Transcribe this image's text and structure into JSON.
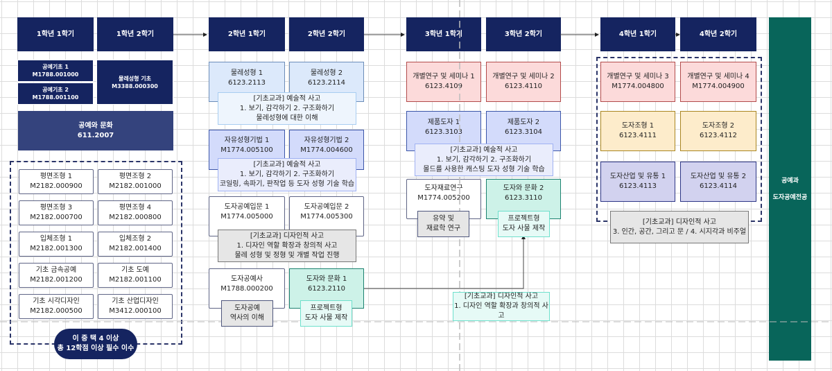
{
  "semesters": [
    "1학년 1학기",
    "1학년 2학기",
    "2학년 1학기",
    "2학년 2학기",
    "3학년 1학기",
    "3학년 2학기",
    "4학년 1학기",
    "4학년 2학기"
  ],
  "year1": {
    "basic1": {
      "name": "공예기초 1",
      "code": "M1788.001000"
    },
    "basic2": {
      "name": "공예기초 2",
      "code": "M1788.001100"
    },
    "material": {
      "name": "물레성형 기초",
      "code": "M3388.000300"
    },
    "culture": {
      "name": "공예와 문화",
      "code": "611.2007"
    },
    "electives": [
      {
        "name": "평면조형 1",
        "code": "M2182.000900"
      },
      {
        "name": "평면조형 2",
        "code": "M2182.001000"
      },
      {
        "name": "평면조형 3",
        "code": "M2182.000700"
      },
      {
        "name": "평면조형 4",
        "code": "M2182.000800"
      },
      {
        "name": "입체조형 1",
        "code": "M2182.001300"
      },
      {
        "name": "입체조형 2",
        "code": "M2182.001400"
      },
      {
        "name": "기초 금속공예",
        "code": "M2182.001200"
      },
      {
        "name": "기초 도예",
        "code": "M2182.001100"
      },
      {
        "name": "기초 시각디자인",
        "code": "M2182.000500"
      },
      {
        "name": "기초 산업디자인",
        "code": "M3412.000100"
      }
    ],
    "requirement": [
      "이 중 택 4 이상",
      "총 12학점 이상 필수 이수"
    ]
  },
  "year2": {
    "courses": [
      {
        "name": "물레성형 1",
        "code": "6123.2113"
      },
      {
        "name": "물레성형 2",
        "code": "6123.2114"
      },
      {
        "name": "자유성형기법 1",
        "code": "M1774.005100"
      },
      {
        "name": "자유성형기법 2",
        "code": "M1774.004600"
      },
      {
        "name": "도자공예입문 1",
        "code": "M1774.005000"
      },
      {
        "name": "도자공예입문 2",
        "code": "M1774.005300"
      },
      {
        "name": "도자공예사",
        "code": "M1788.000200"
      },
      {
        "name": "도자와 문화 1",
        "code": "6123.2110"
      }
    ],
    "notes": {
      "wheel": [
        "[기초교과] 예술적 사고",
        "1. 보기, 감각하기 2. 구조화하기",
        "물레성형에 대한 이해"
      ],
      "free": [
        "[기초교과] 예술적 사고",
        "1. 보기, 감각하기 2. 구조화하기",
        "코일링, 속파기, 판작업 등 도자 성형 기술 학습"
      ],
      "intro": [
        "[기초교과] 디자인적 사고",
        "1. 디자인 역할 확장과 창의적 사고",
        "물레 성형 및 정형 및 개별 작업 진행"
      ],
      "history": [
        "도자공예",
        "역사의 이해"
      ],
      "culture": [
        "프로젝트형",
        "도자 사물 제작"
      ]
    }
  },
  "year3": {
    "courses": [
      {
        "name": "개별연구 및 세미나 1",
        "code": "6123.4109"
      },
      {
        "name": "개별연구 및 세미나 2",
        "code": "6123.4110"
      },
      {
        "name": "제품도자 1",
        "code": "6123.3103"
      },
      {
        "name": "제품도자 2",
        "code": "6123.3104"
      },
      {
        "name": "도자재료연구",
        "code": "M1774.005200"
      },
      {
        "name": "도자와 문화 2",
        "code": "6123.3110"
      }
    ],
    "notes": {
      "product": [
        "[기초교과] 예술적 사고",
        "1. 보기, 감각하기 2. 구조화하기",
        "몰드를 사용한 캐스팅 도자 성형 기술 학습"
      ],
      "material": [
        "유약 및",
        "재료학 연구"
      ],
      "culture": [
        "프로젝트형",
        "도자 사물 제작"
      ],
      "design": [
        "[기초교과] 디자인적 사고",
        "1. 디자인 역할 확장과 창의적 사고"
      ]
    }
  },
  "year4": {
    "courses": [
      {
        "name": "개별연구 및 세미나 3",
        "code": "M1774.004800"
      },
      {
        "name": "개별연구 및 세미나 4",
        "code": "M1774.004900"
      },
      {
        "name": "도자조형 1",
        "code": "6123.4111"
      },
      {
        "name": "도자조형 2",
        "code": "6123.4112"
      },
      {
        "name": "도자산업 및 유통 1",
        "code": "6123.4113"
      },
      {
        "name": "도자산업 및 유통 2",
        "code": "6123.4114"
      }
    ],
    "note": [
      "[기초교과] 디자인적 사고",
      "3. 인간, 공간, 그리고 문 / 4. 시지각과 비주얼"
    ]
  },
  "major": [
    "공예과",
    "도자공예전공"
  ]
}
